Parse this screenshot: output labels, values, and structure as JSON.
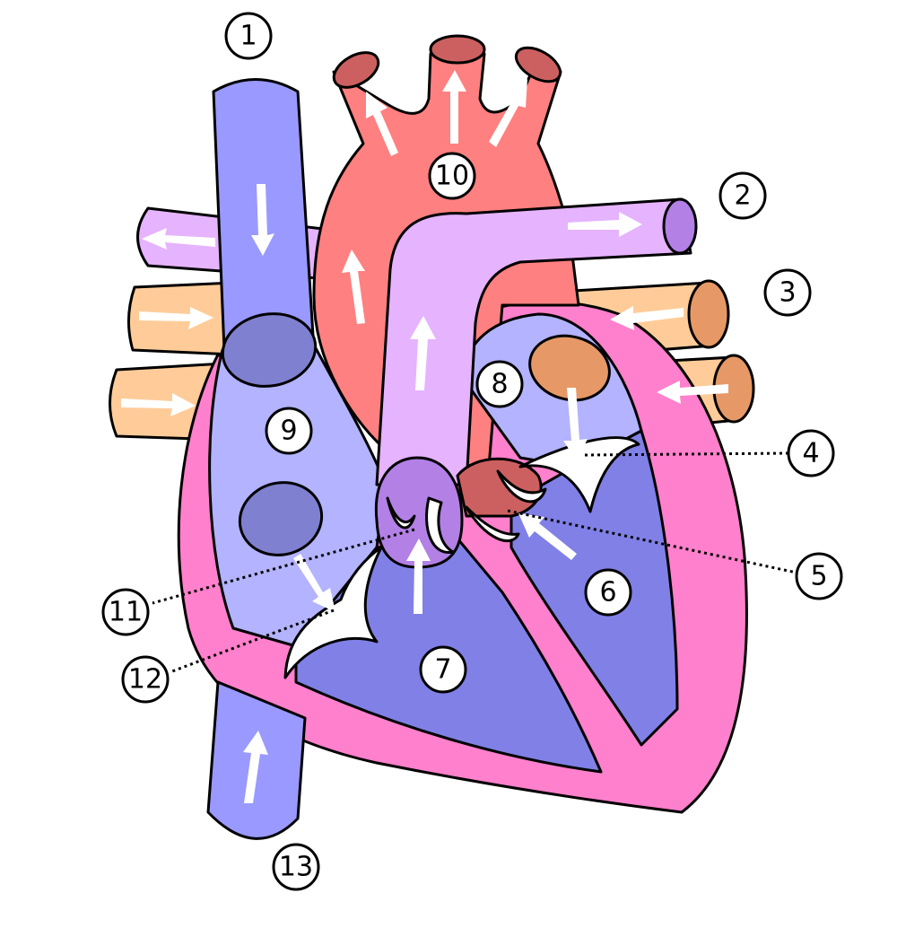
{
  "colors": {
    "pericardium": "#ff80cc",
    "right_side_blue": "#9999ff",
    "right_atrium": "#b3b3ff",
    "right_ventricle": "#8080e6",
    "dark_blue_vein": "#8080d0",
    "aorta": "#ff8080",
    "aorta_dark": "#cc6060",
    "pulmonary_artery": "#e6b3ff",
    "pulmonary_valve": "#b380e6",
    "pulmonary_veins": "#ffcc99",
    "pulmonary_veins_dark": "#e69966",
    "left_atrium": "#b3b3ff",
    "left_ventricle": "#8080e6",
    "arrows": "#ffffff"
  },
  "labels": [
    "1",
    "2",
    "3",
    "4",
    "5",
    "6",
    "7",
    "8",
    "9",
    "10",
    "11",
    "12",
    "13"
  ]
}
